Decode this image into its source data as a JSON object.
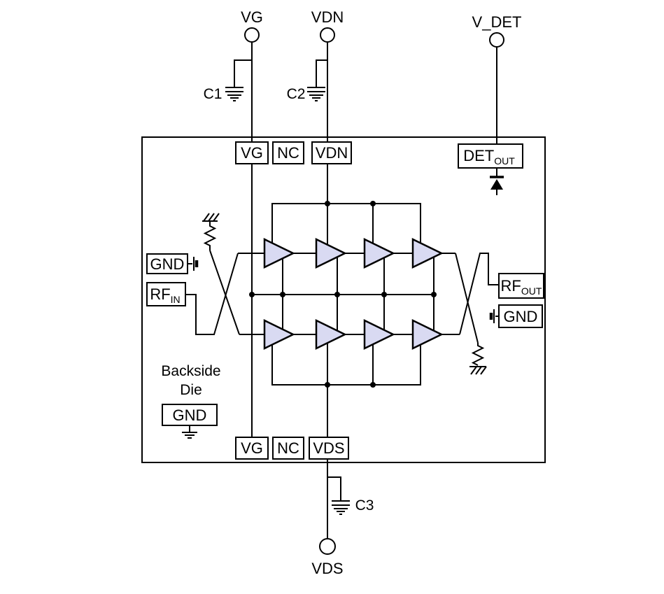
{
  "terminals": {
    "vg": "VG",
    "vdn": "VDN",
    "v_det": "V_DET",
    "vds": "VDS"
  },
  "capacitors": {
    "c1": "C1",
    "c2": "C2",
    "c3": "C3"
  },
  "chip": {
    "top_pins": {
      "vg": "VG",
      "nc": "NC",
      "vdn": "VDN"
    },
    "det_pin": {
      "main": "DET",
      "sub": "OUT"
    },
    "bottom_pins": {
      "vg": "VG",
      "nc": "NC",
      "vds": "VDS"
    },
    "left_pins": {
      "gnd": "GND",
      "rf_in_main": "RF",
      "rf_in_sub": "IN"
    },
    "right_pins": {
      "rf_out_main": "RF",
      "rf_out_sub": "OUT",
      "gnd": "GND"
    },
    "backside": {
      "line1": "Backside",
      "line2": "Die",
      "gnd": "GND"
    }
  },
  "colors": {
    "amp_fill": "#d9daf2",
    "line": "#000000",
    "background": "#ffffff"
  }
}
